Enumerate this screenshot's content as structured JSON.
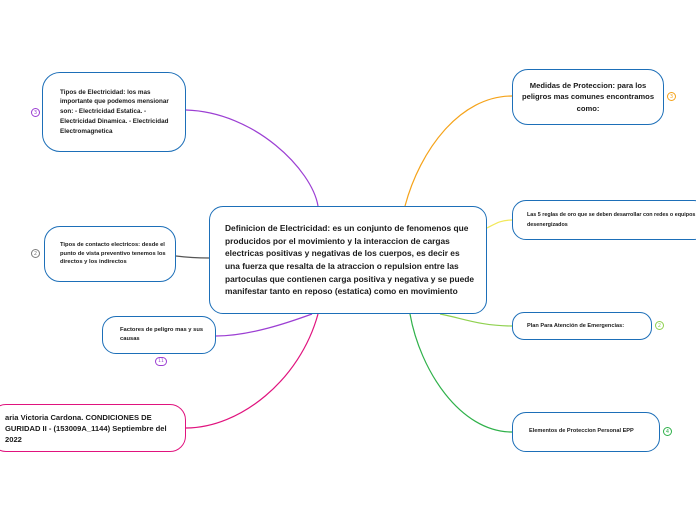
{
  "central": {
    "text": "Definicion de Electricidad: es un conjunto de fenomenos que producidos por el movimiento y la interaccion de cargas electricas positivas y negativas de los cuerpos, es decir es una fuerza que resalta de la atraccion o repulsion entre las partoculas que contienen carga positiva y negativa y se puede manifestar tanto en reposo (estatica) como en movimiento"
  },
  "left": {
    "tipos": {
      "text": "Tipos de Electricidad: los mas importante que podemos mensionar son: - Electricidad Estatica. - Electricidad Dinamica. - Electricidad Electromagnetica",
      "badge": "3",
      "color": "#9c3fd3"
    },
    "contacto": {
      "text": "Tipos de contacto electricos: desde el punto de vista preventivo tenemos los directos y los indirectos",
      "badge": "2",
      "color": "#7d7d7d"
    },
    "factores": {
      "text": "Factores de peligro mas y sus causas",
      "badge": "11",
      "color": "#9c3fd3"
    },
    "author": {
      "text": "aria Victoria Cardona. CONDICIONES DE GURIDAD II - (153009A_1144) Septiembre del 2022",
      "color": "#e0137e"
    }
  },
  "right": {
    "medidas": {
      "text": "Medidas de Proteccion: para los peligros mas comunes encontramos como:",
      "badge": "3",
      "color": "#f5a31a"
    },
    "reglas": {
      "text": "Las 5 reglas de oro que se deben desarrollar con redes o equipos desenergizados",
      "color": "#f2e85a"
    },
    "plan": {
      "text": "Plan Para Atención de Emergencias:",
      "badge": "2",
      "color": "#8fd14f"
    },
    "elementos": {
      "text": "Elementos de Proteccion Personal EPP",
      "badge": "4",
      "color": "#2fb14a"
    }
  },
  "colors": {
    "node_border": "#1d6fb8",
    "background": "#ffffff"
  }
}
